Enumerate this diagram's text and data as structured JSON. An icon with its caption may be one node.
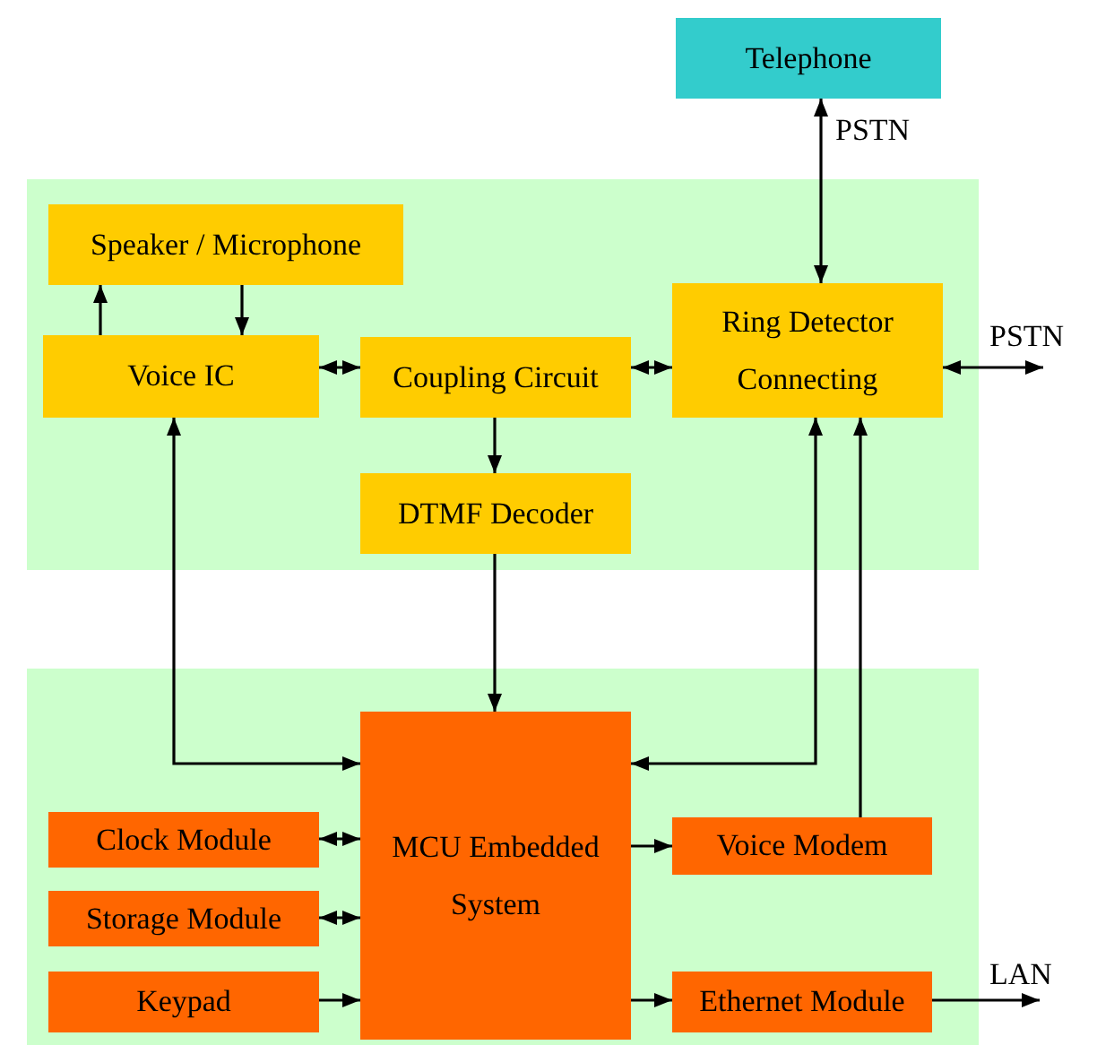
{
  "diagram": {
    "nodes": [
      {
        "text": [
          "Telephone"
        ]
      },
      {
        "text": [],
        "shape": "box"
      },
      {
        "text": [
          "Speaker / Microphone"
        ],
        "in": 1
      },
      {
        "text": [
          "Voice IC"
        ],
        "in": 1
      },
      {
        "text": [
          "Coupling Circuit"
        ],
        "in": 1
      },
      {
        "text": [
          "Ring Detector Connecting"
        ],
        "in": 1
      },
      {
        "text": [
          "DTMF Decoder"
        ],
        "in": 1
      },
      {
        "text": [],
        "shape": "box"
      },
      {
        "text": [
          "MCU Embedded System"
        ],
        "in": 7
      },
      {
        "text": [
          "Clock Module"
        ],
        "in": 7
      },
      {
        "text": [
          "Storage Module"
        ],
        "in": 7
      },
      {
        "text": [
          "Keypad"
        ],
        "in": 7
      },
      {
        "text": [
          "Voice Modem"
        ],
        "in": 7
      },
      {
        "text": [
          "Ethernet Module"
        ],
        "in": 7
      }
    ],
    "edges": [
      {
        "from": 0,
        "to": 5,
        "arrow": "both",
        "label": "PSTN"
      },
      {
        "from": 3,
        "to": 2,
        "arrow": "to"
      },
      {
        "from": 2,
        "to": 3,
        "arrow": "to"
      },
      {
        "from": 3,
        "to": 4,
        "arrow": "both"
      },
      {
        "from": 4,
        "to": 5,
        "arrow": "both"
      },
      {
        "from": 5,
        "to": null,
        "arrow": "both",
        "label": "PSTN"
      },
      {
        "from": 4,
        "to": 6,
        "arrow": "to"
      },
      {
        "from": 6,
        "to": 8,
        "arrow": "to"
      },
      {
        "from": 3,
        "to": 8,
        "arrow": "both"
      },
      {
        "from": 5,
        "to": 8,
        "arrow": "both"
      },
      {
        "from": 12,
        "to": 5,
        "arrow": "to"
      },
      {
        "from": 9,
        "to": 8,
        "arrow": "both"
      },
      {
        "from": 10,
        "to": 8,
        "arrow": "both"
      },
      {
        "from": 11,
        "to": 8,
        "arrow": "to"
      },
      {
        "from": 8,
        "to": 12,
        "arrow": "to"
      },
      {
        "from": 8,
        "to": 13,
        "arrow": "to"
      },
      {
        "from": 13,
        "to": null,
        "arrow": "to",
        "label": "LAN"
      }
    ]
  }
}
